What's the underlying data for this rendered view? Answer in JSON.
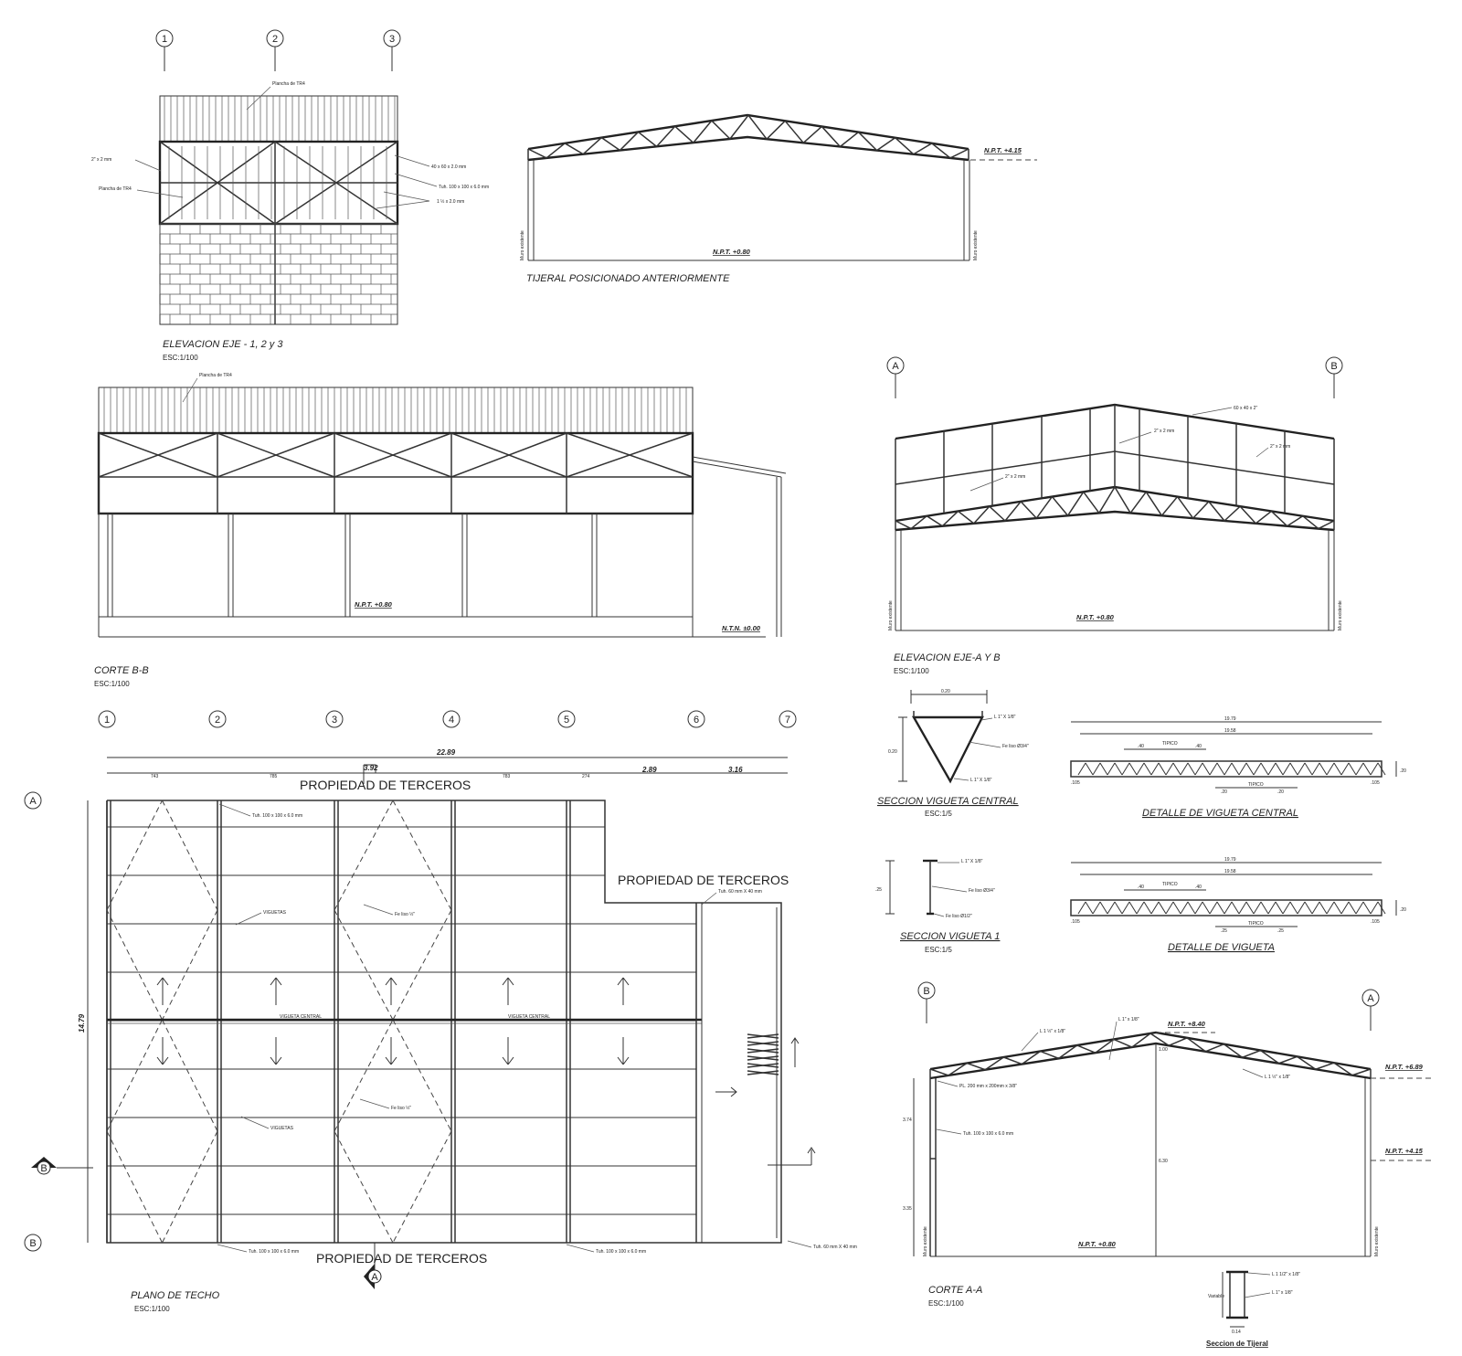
{
  "views": {
    "elev123": {
      "title": "ELEVACION EJE - 1, 2 y 3",
      "scale": "ESC:1/100",
      "axes": [
        "1",
        "2",
        "3"
      ],
      "notes": {
        "plancha_top": "Plancha de TR4",
        "pipe2": "2\" x 2 mm",
        "plancha_side": "Plancha de TR4",
        "pipe40": "40 x 60 x 2.0 mm",
        "tubo": "Tuh. 100 x 100 x 6.0 mm",
        "pipe1": "1 ½ x 2.0 mm"
      }
    },
    "tijeral": {
      "title": "TIJERAL POSICIONADO ANTERIORMENTE",
      "npt_top": "N.P.T.  +4.15",
      "npt_floor": "N.P.T.  +0.80",
      "wall": "Muro existente"
    },
    "corteBB": {
      "title": "CORTE B-B",
      "scale": "ESC:1/100",
      "plancha": "Plancha de TR4",
      "npt": "N.P.T.  +0.80",
      "ntn": "N.T.N.  ±0.00"
    },
    "elevAB": {
      "title": "ELEVACION EJE-A Y B",
      "scale": "ESC:1/100",
      "axes": [
        "A",
        "B"
      ],
      "npt": "N.P.T.  +0.80",
      "wall": "Muro existente",
      "notes": {
        "n60": "60 x 40 x 2\"",
        "n2a": "2\" x 2 mm",
        "n2b": "2\" x 2 mm",
        "n2c": "2\" x 2 mm"
      }
    },
    "seccionCentral": {
      "title": "SECCION  VIGUETA CENTRAL",
      "scale": "ESC:1/5",
      "w": "0.20",
      "h": "0.20",
      "n1": "L 1\" X 1/8\"",
      "n2": "Fe liso Ø3/4\"",
      "n3": "L 1\" X 1/8\""
    },
    "detalleCentral": {
      "title": "DETALLE DE VIGUETA CENTRAL",
      "d1": "19.79",
      "d2": "19.58",
      "d3": ".40",
      "d4": ".40",
      "d5": "TIPICO",
      "d6": ".20",
      "d7": ".20",
      "d8": "TIPICO",
      "d9": ".20",
      "d10": ".105",
      "d11": ".105"
    },
    "seccionV1": {
      "title": "SECCION  VIGUETA 1",
      "scale": "ESC:1/5",
      "h": ".25",
      "n1": "L 1\" X 1/8\"",
      "n2": "Fe liso Ø3/4\"",
      "n3": "Fe liso Ø1/2\""
    },
    "detalleV": {
      "title": "DETALLE DE VIGUETA",
      "d1": "19.79",
      "d2": "19.58",
      "d3": ".40",
      "d4": ".40",
      "d5": "TIPICO",
      "d6": ".25",
      "d7": "TIPICO",
      "d8": ".25",
      "d9": ".20",
      "d10": ".105",
      "d11": ".105"
    },
    "planoTecho": {
      "title": "PLANO DE TECHO",
      "scale": "ESC:1/100",
      "axes_num": [
        "1",
        "2",
        "3",
        "4",
        "5",
        "6",
        "7"
      ],
      "axes_let": [
        "A",
        "B"
      ],
      "sec_b": "B",
      "sec_a": "A",
      "dim_total": "22.89",
      "dims": [
        "743",
        "785",
        "",
        "783",
        "274",
        "2.89",
        "3.16"
      ],
      "dim_392": "3.92",
      "dim_side": "14.79",
      "prop1": "PROPIEDAD DE TERCEROS",
      "prop2": "PROPIEDAD DE TERCEROS",
      "prop3": "PROPIEDAD DE TERCEROS",
      "tubo1": "Tuh. 100 x 100 x 6.0 mm",
      "tubo2": "Tuh. 60 mm X 40 mm",
      "tubo3": "Tuh. 100 x 100 x 6.0 mm",
      "tubo4": "Tuh. 100 x 100 x 6.0 mm",
      "tubo5": "Tuh. 60 mm X 40 mm",
      "viguetas1": "VIGUETAS",
      "viguetas2": "VIGUETAS",
      "fe1": "Fe liso ½\"",
      "fe2": "Fe liso ½\"",
      "vc1": "VIGUETA CENTRAL",
      "vc2": "VIGUETA CENTRAL"
    },
    "corteAA": {
      "title": "CORTE A-A",
      "scale": "ESC:1/100",
      "axes": [
        "B",
        "A"
      ],
      "npt_top": "N.P.T.  +8.40",
      "npt_r1": "N.P.T.  +6.89",
      "npt_r2": "N.P.T.  +4.15",
      "npt_floor": "N.P.T.  +0.80",
      "n1": "L 1 ½\" x 1/8\"",
      "n2": "L 1\" x 1/8\"",
      "n3": "L 1 ½\" x 1/8\"",
      "pl": "PL. 200 mm x 200mm x 3/8\"",
      "tubo": "Tuh. 100 x 100 x 6.0 mm",
      "d1": "3.74",
      "d2": "3.35",
      "d3": "6.30",
      "d4": "1.00",
      "wall": "Muro existente"
    },
    "seccionTijeral": {
      "title": "Seccion de Tijeral",
      "n1": "L 1 1/2\" x 1/8\"",
      "n2": "L 1\" x 1/8\"",
      "var": "Variable",
      "w": "0.14"
    }
  }
}
